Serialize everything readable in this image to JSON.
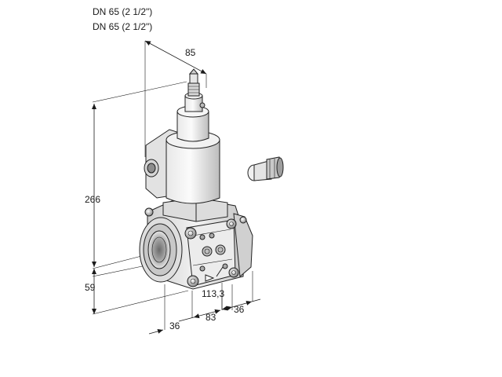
{
  "header": {
    "line1": "DN 65 (2 1/2\")",
    "line2": "DN 65 (2 1/2\")"
  },
  "dimensions": {
    "d85": "85",
    "d266": "266",
    "d59": "59",
    "d113": "113,3",
    "d36_right": "36",
    "d36_left": "36",
    "d83": "83"
  },
  "colors": {
    "line": "#1a1a1a",
    "metal_light": "#f4f4f4",
    "metal_mid": "#d9d9d9",
    "metal_dark": "#9a9a9a"
  }
}
